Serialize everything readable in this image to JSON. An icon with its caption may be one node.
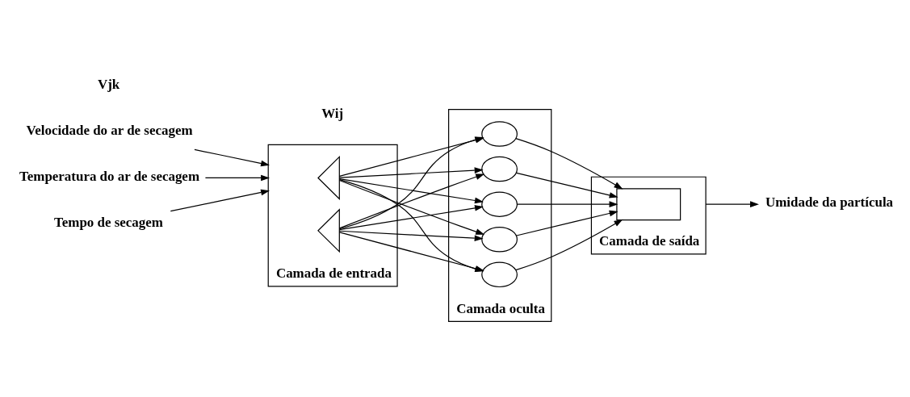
{
  "diagram": {
    "nodes": [
      {
        "text": [
          "Camada de entrada"
        ]
      },
      {
        "text": [],
        "shape": "triangle",
        "in": 0
      },
      {
        "text": [],
        "shape": "triangle",
        "in": 0
      },
      {
        "text": [
          "Camada oculta"
        ]
      },
      {
        "text": [],
        "shape": "circle",
        "in": 3
      },
      {
        "text": [],
        "shape": "circle",
        "in": 3
      },
      {
        "text": [],
        "shape": "circle",
        "in": 3
      },
      {
        "text": [],
        "shape": "circle",
        "in": 3
      },
      {
        "text": [],
        "shape": "circle",
        "in": 3
      },
      {
        "text": [
          "Camada de saída"
        ]
      },
      {
        "text": [],
        "shape": "box",
        "in": 9
      },
      {
        "text": [
          "Tempo de secagem"
        ]
      },
      {
        "text": [
          "Velocidade do ar de secagem"
        ]
      },
      {
        "text": [
          "Temperatura do ar de secagem"
        ]
      },
      {
        "text": [
          "Umidade da partícula"
        ]
      }
    ],
    "edges": [
      {
        "from": 11,
        "to": 0,
        "arrow": "to"
      },
      {
        "from": 12,
        "to": 0,
        "arrow": "to"
      },
      {
        "from": 13,
        "to": 0,
        "arrow": "to"
      },
      {
        "from": 1,
        "to": 4,
        "arrow": "to"
      },
      {
        "from": 1,
        "to": 5,
        "arrow": "to"
      },
      {
        "from": 1,
        "to": 6,
        "arrow": "to"
      },
      {
        "from": 1,
        "to": 7,
        "arrow": "to"
      },
      {
        "from": 1,
        "to": 8,
        "arrow": "to"
      },
      {
        "from": 2,
        "to": 4,
        "arrow": "to"
      },
      {
        "from": 2,
        "to": 5,
        "arrow": "to"
      },
      {
        "from": 2,
        "to": 6,
        "arrow": "to"
      },
      {
        "from": 2,
        "to": 7,
        "arrow": "to"
      },
      {
        "from": 2,
        "to": 8,
        "arrow": "to"
      },
      {
        "from": 4,
        "to": 10,
        "arrow": "to"
      },
      {
        "from": 5,
        "to": 10,
        "arrow": "to"
      },
      {
        "from": 6,
        "to": 10,
        "arrow": "to"
      },
      {
        "from": 7,
        "to": 10,
        "arrow": "to"
      },
      {
        "from": 8,
        "to": 10,
        "arrow": "to"
      },
      {
        "from": 9,
        "to": 14,
        "arrow": "to"
      }
    ],
    "labels": [
      "Wij",
      "Vjk"
    ]
  }
}
